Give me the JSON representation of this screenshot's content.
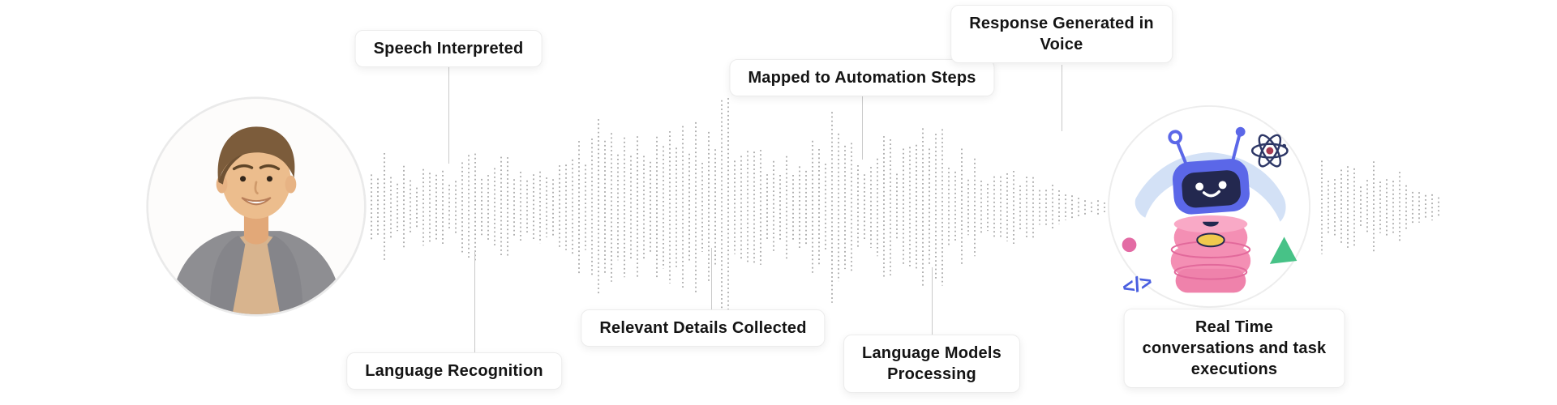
{
  "scene": {
    "background": "#ffffff",
    "waveform_color": "#5f5f5f",
    "connector_color": "#c9c9c9",
    "label_border": "#ececec",
    "label_text_color": "#141414"
  },
  "labels": [
    {
      "id": "speech-interpreted",
      "text": "Speech Interpreted"
    },
    {
      "id": "language-recognition",
      "text": "Language Recognition"
    },
    {
      "id": "relevant-details-collected",
      "text": "Relevant Details Collected"
    },
    {
      "id": "mapped-to-automation-steps",
      "text": "Mapped to Automation Steps"
    },
    {
      "id": "language-models-processing",
      "text": "Language Models\nProcessing"
    },
    {
      "id": "response-generated-in-voice",
      "text": "Response Generated in\nVoice"
    },
    {
      "id": "real-time-conversations",
      "text": "Real Time\nconversations and task\nexecutions"
    }
  ],
  "illustrations": {
    "user_avatar": {
      "name": "user-avatar",
      "colors": {
        "cardigan": "#8e8e92",
        "sweater": "#d8b48e",
        "skin": "#ecbd8d",
        "hair": "#7c5c3b"
      }
    },
    "ai_bot": {
      "name": "ai-bot",
      "code_glyph": "</>",
      "colors": {
        "head": "#5b67e8",
        "face": "#23284f",
        "body": "#f48fb4",
        "body_dark": "#e2699b",
        "yellow": "#f0c94d",
        "ribbon": "#d3e1f6",
        "triangle": "#47c287",
        "atom": "#2d3766",
        "atom_dot": "#a63a52",
        "code": "#4a5fe0",
        "dot": "#e36ba4"
      }
    }
  }
}
